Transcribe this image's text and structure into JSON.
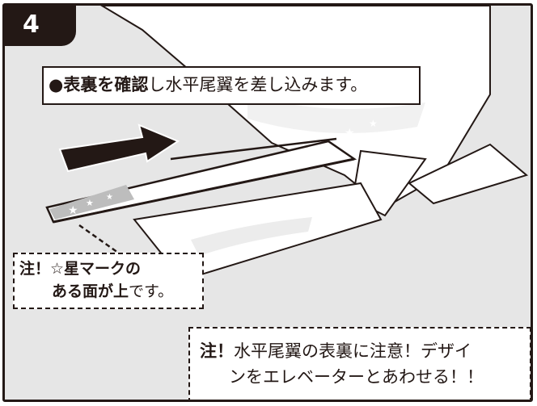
{
  "step": {
    "number": "4"
  },
  "main_callout": {
    "bullet": "●",
    "bold_text": "表裏を確認",
    "text": "し水平尾翼を差し込みます。"
  },
  "note_star": {
    "prefix": "注！",
    "line1_rest": "☆星マークの",
    "line2_bold": "ある面が上",
    "line2_rest": "です。"
  },
  "note_design": {
    "prefix": "注！",
    "line1_rest": "水平尾翼の表裏に注意！デザイ",
    "line2": "ンをエレベーターとあわせる！！"
  },
  "colors": {
    "ink": "#231815",
    "background": "#e6e6e6",
    "part": "#ffffff",
    "arrow": "#231815"
  }
}
